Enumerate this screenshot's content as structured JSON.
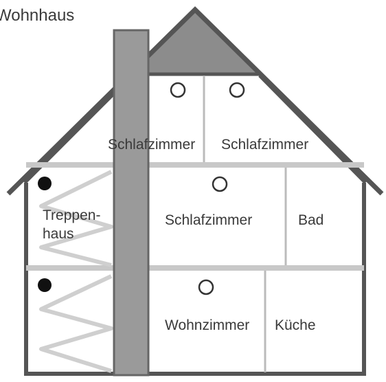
{
  "title": "Wohnhaus",
  "rooms": {
    "attic_left": "Schlafzimmer",
    "attic_right": "Schlafzimmer",
    "upper_bedroom": "Schlafzimmer",
    "bath": "Bad",
    "stairwell_line1": "Treppen-",
    "stairwell_line2": "haus",
    "living_room": "Wohnzimmer",
    "kitchen": "Küche"
  },
  "legend_colors": {
    "walls": "#555555",
    "chimney": "#9a9a9a",
    "roof_gable": "#8c8c8c",
    "floor_slab": "#c8c8c8",
    "stairs": "#cfcfcf",
    "detector_filled": "#111111",
    "detector_outline": "#333333"
  },
  "detectors": {
    "filled_count": 2,
    "outline_count": 4
  }
}
